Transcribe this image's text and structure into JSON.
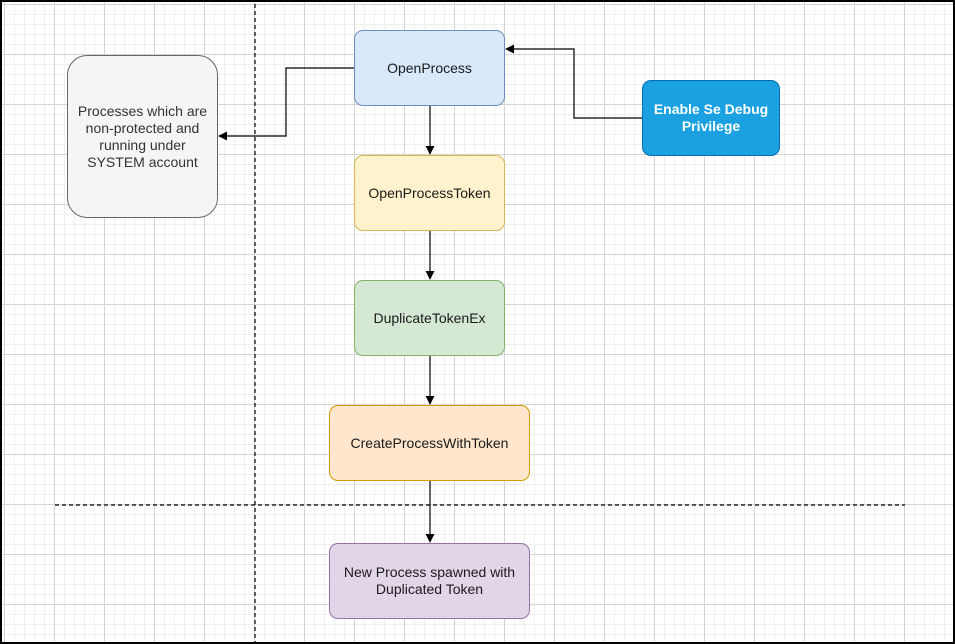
{
  "diagram": {
    "nodes": {
      "open_process": {
        "label": "OpenProcess",
        "fill": "#dae8fc",
        "stroke": "#6c8ebf"
      },
      "open_process_token": {
        "label": "OpenProcessToken",
        "fill": "#fff2cc",
        "stroke": "#d6b656"
      },
      "duplicate_token_ex": {
        "label": "DuplicateTokenEx",
        "fill": "#d5e8d4",
        "stroke": "#82b366"
      },
      "create_process_with_token": {
        "label": "CreateProcessWithToken",
        "fill": "#ffe6cc",
        "stroke": "#d79b00"
      },
      "new_process": {
        "label": "New Process spawned with Duplicated Token",
        "fill": "#e1d5e7",
        "stroke": "#9673a6"
      },
      "protected_processes": {
        "label": "Processes which are non-protected and running under SYSTEM  account",
        "fill": "#f5f5f5",
        "stroke": "#666666"
      },
      "se_debug": {
        "label": "Enable Se Debug Privilege",
        "fill": "#1ba1e2",
        "stroke": "#006eaf"
      }
    },
    "edges": [
      {
        "from": "open_process",
        "to": "open_process_token"
      },
      {
        "from": "open_process_token",
        "to": "duplicate_token_ex"
      },
      {
        "from": "duplicate_token_ex",
        "to": "create_process_with_token"
      },
      {
        "from": "create_process_with_token",
        "to": "new_process"
      },
      {
        "from": "open_process",
        "to": "protected_processes"
      },
      {
        "from": "se_debug",
        "to": "open_process"
      }
    ],
    "colors": {
      "edge": "#000000",
      "divider": "#000000",
      "border": "#000000"
    }
  }
}
